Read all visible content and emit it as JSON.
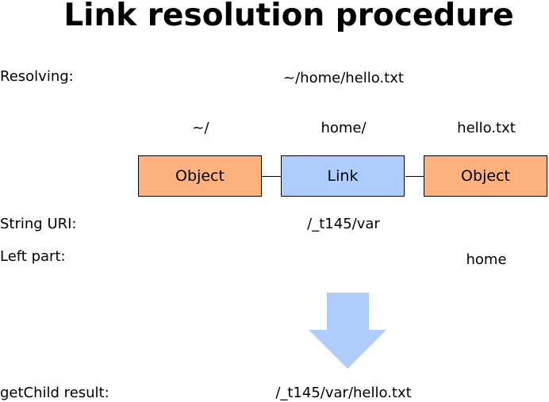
{
  "title": "Link resolution procedure",
  "labels": {
    "resolving": "Resolving:",
    "string_uri": "String URI:",
    "left_part": "Left part:",
    "getchild": "getChild result:"
  },
  "resolving_path": "~/home/hello.txt",
  "segments": [
    "~/",
    "home/",
    "hello.txt"
  ],
  "boxes": [
    "Object",
    "Link",
    "Object"
  ],
  "string_uri_value": "/_t145/var",
  "left_part_value": "home",
  "getchild_value": "/_t145/var/hello.txt",
  "colors": {
    "object": "#fdb17d",
    "link": "#aecdfd",
    "arrow": "#aecdfd"
  }
}
